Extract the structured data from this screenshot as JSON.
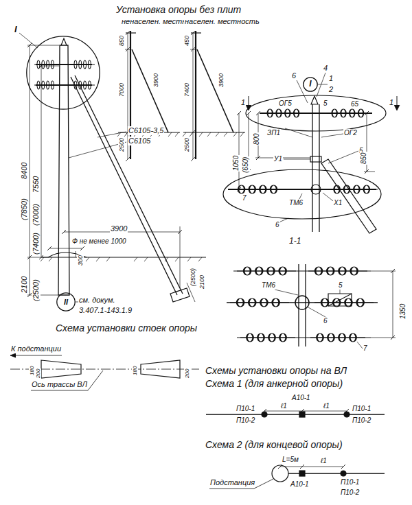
{
  "diagram": {
    "nodes": [
      {
        "text": [
          "I"
        ]
      },
      {
        "text": [
          "I"
        ]
      },
      {
        "text": [
          "II"
        ]
      }
    ],
    "labels": [
      "Установка опоры без плит",
      "ненаселен. местн.",
      "населен. местность",
      "850",
      "7000",
      "2500",
      "3900",
      "450",
      "7400",
      "2500",
      "3900",
      "8400",
      "(7850)",
      "7550",
      "(7000)",
      "(7400)",
      "С6105-3,5",
      "С6105",
      "3900",
      "Ф не менее 1000",
      "300",
      "2100",
      "(2500)",
      "(2500)",
      "2100",
      "см. докум.",
      "3.407.1-143.1.9",
      "Схема установки стоек опоры",
      "К подстанции",
      "180",
      "200",
      "180",
      "200",
      "Ось трассы ВЛ",
      "1",
      "1",
      "4",
      "1",
      "2",
      "6",
      "ОГ5",
      "5",
      "65",
      "ЗП1",
      "ОГ2",
      "5",
      "У1",
      "7",
      "ТМ6",
      "Х1",
      "6",
      "1050",
      "(650)",
      "800",
      "850",
      "1-1",
      "ТМ6",
      "5",
      "6",
      "7",
      "1350",
      "Схемы установки опоры на ВЛ",
      "Схема 1 (для анкерной опоры)",
      "П10-1",
      "П10-2",
      "ℓ1",
      "А10-1",
      "ℓ1",
      "П10-1",
      "П10-2",
      "Схема 2 (для концевой опоры)",
      "L=5м",
      "ℓ1",
      "Подстанция",
      "А10-1",
      "П10-1",
      "П10-2"
    ]
  }
}
